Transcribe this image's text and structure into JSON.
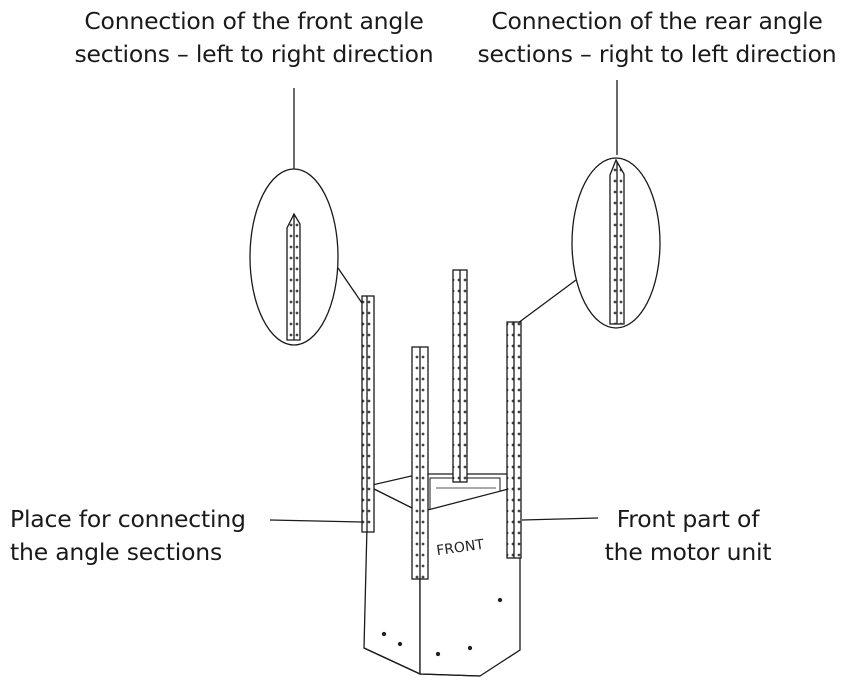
{
  "labels": {
    "front_callout": {
      "line1": "Connection of the front angle",
      "line2": "sections – left to right direction"
    },
    "rear_callout": {
      "line1": "Connection of the rear angle",
      "line2": "sections – right to left direction"
    },
    "place_connecting": {
      "line1": "Place for connecting",
      "line2": "the angle sections"
    },
    "motor_front": {
      "line1": "Front part of",
      "line2": "the motor unit"
    },
    "front_marking": "FRONT"
  },
  "colors": {
    "line": "#1a1a1a",
    "background": "#ffffff"
  }
}
